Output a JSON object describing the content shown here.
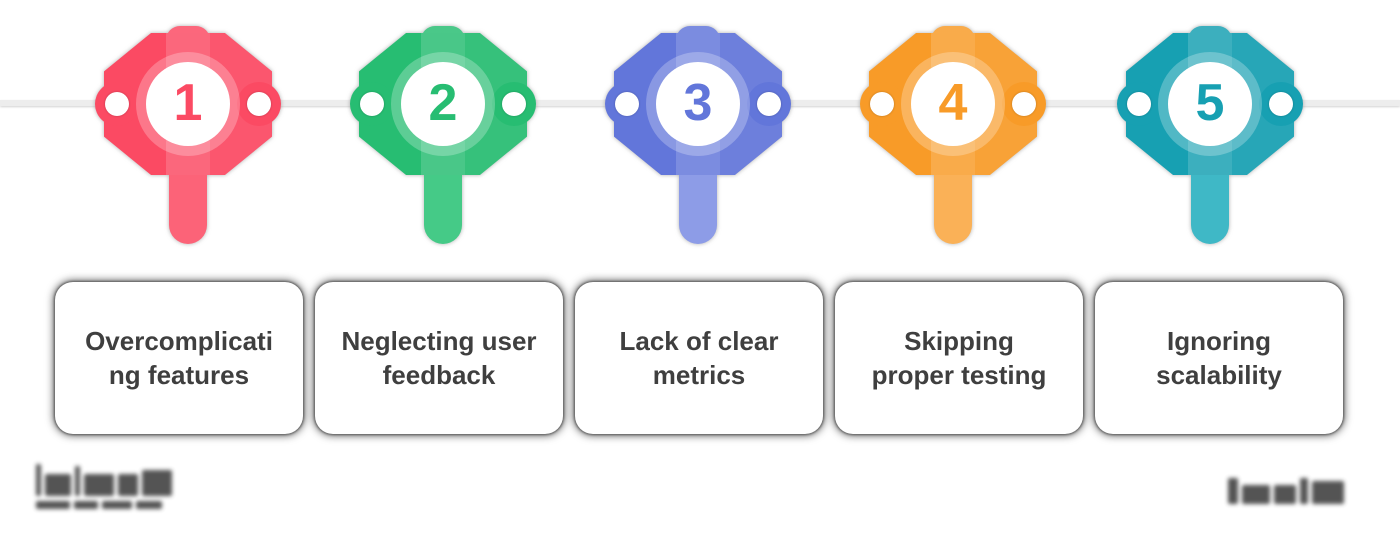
{
  "timeline": {
    "line_color": "#ededed",
    "steps": [
      {
        "number": "1",
        "label": "Overcomplicating features",
        "color": "#fb4a63",
        "color_light": "#fc6378"
      },
      {
        "number": "2",
        "label": "Neglecting user feedback",
        "color": "#27bd72",
        "color_light": "#45ca87"
      },
      {
        "number": "3",
        "label": "Lack of clear metrics",
        "color": "#6276da",
        "color_light": "#8d9ce7"
      },
      {
        "number": "4",
        "label": "Skipping proper testing",
        "color": "#f89b28",
        "color_light": "#fab157"
      },
      {
        "number": "5",
        "label": "Ignoring scalability",
        "color": "#17a0b2",
        "color_light": "#3fb8c6"
      }
    ],
    "label_text_color": "#3f3f3f"
  },
  "watermarks": {
    "left_present": true,
    "right_present": true,
    "legible": false
  }
}
